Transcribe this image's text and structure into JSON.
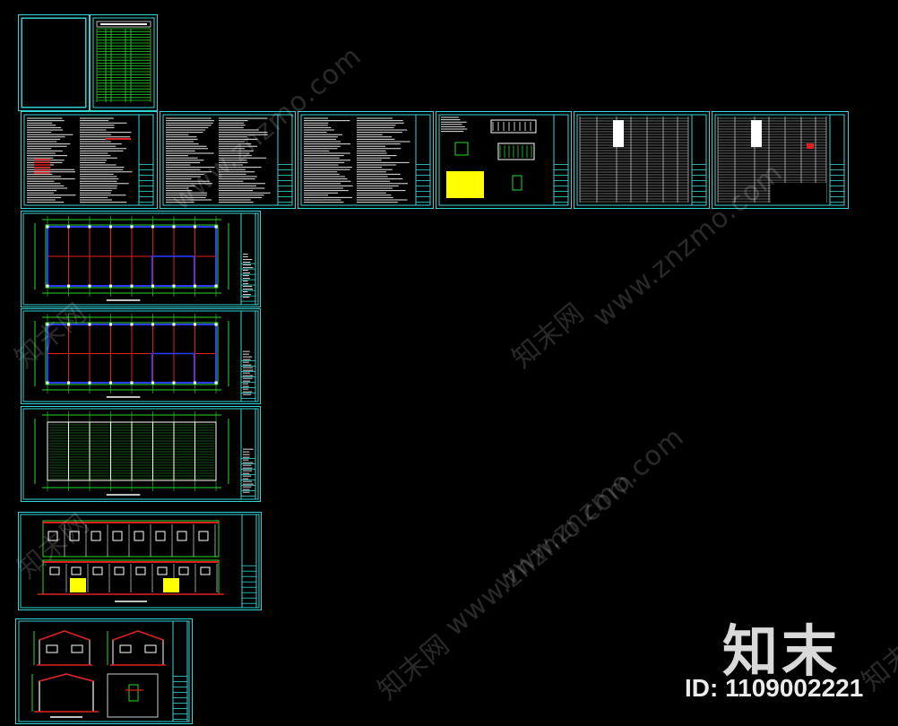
{
  "watermark": {
    "site_cn": "知末网",
    "site_url": "www.znzmo.com",
    "brand": "知末",
    "id_text": "ID: 1109002221"
  },
  "colors": {
    "background": "#000000",
    "frame": "#33d6d6",
    "grid_green": "#27d827",
    "axis_red": "#e02020",
    "wall_blue": "#2a3cff",
    "highlight_yellow": "#ffff00",
    "text_white": "#ffffff"
  },
  "sheets": [
    {
      "name": "cover-sheet"
    },
    {
      "name": "drawing-index-sheet"
    },
    {
      "name": "design-notes-sheet-1"
    },
    {
      "name": "design-notes-sheet-2"
    },
    {
      "name": "design-notes-sheet-3"
    },
    {
      "name": "details-sheet"
    },
    {
      "name": "schedule-sheet-1"
    },
    {
      "name": "schedule-sheet-2"
    },
    {
      "name": "floor-plan-1-sheet"
    },
    {
      "name": "floor-plan-2-sheet"
    },
    {
      "name": "roof-plan-sheet"
    },
    {
      "name": "elevations-sheet"
    },
    {
      "name": "sections-sheet"
    }
  ]
}
